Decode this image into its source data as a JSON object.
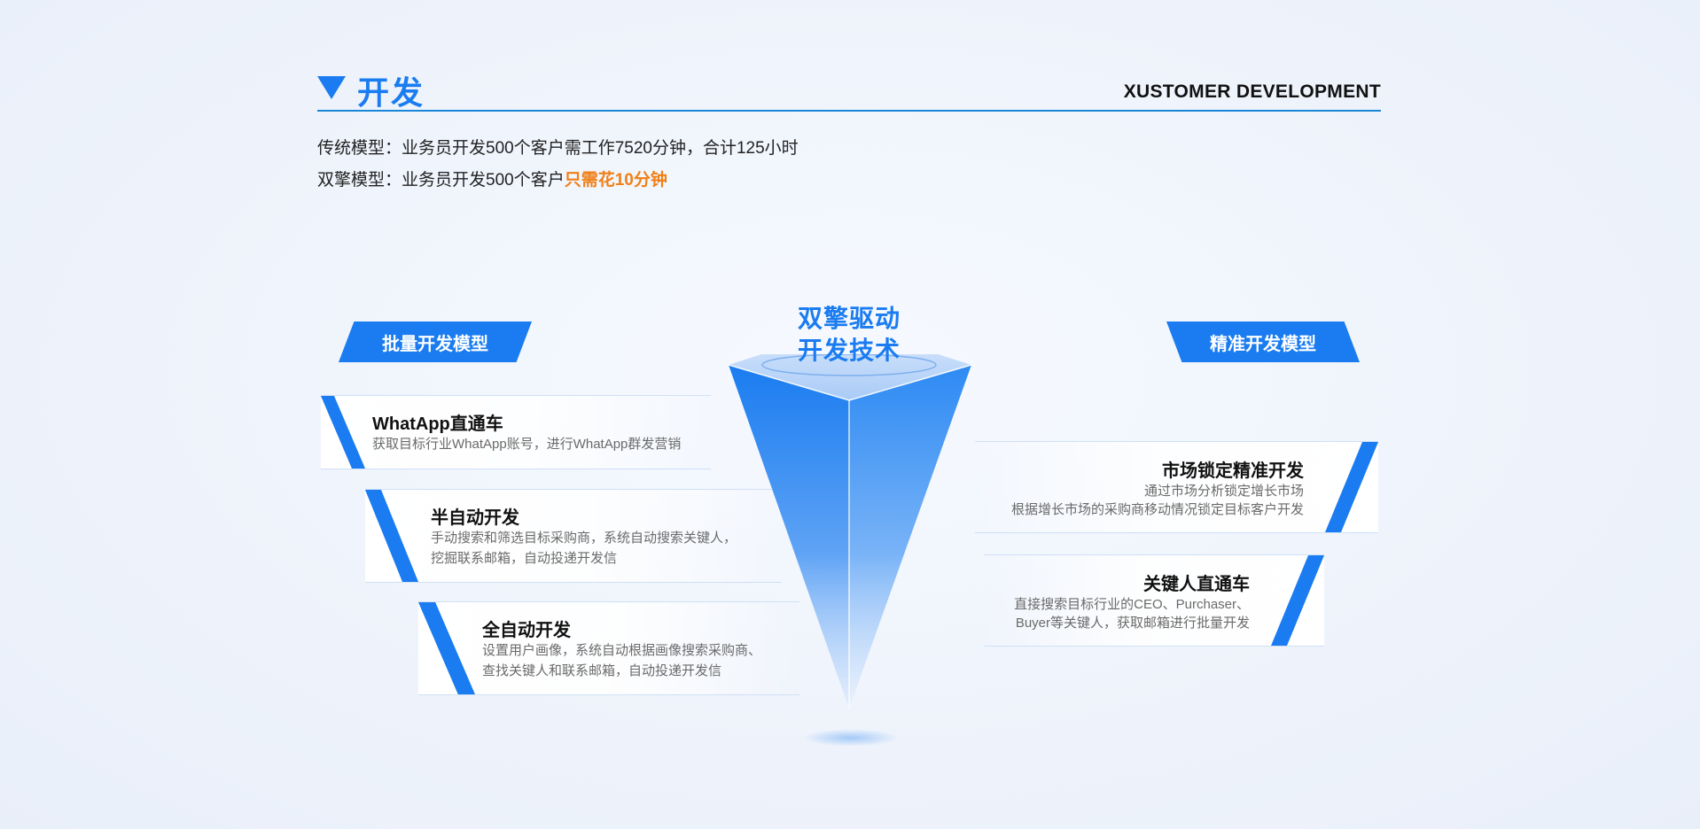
{
  "header": {
    "title": "开发",
    "subtitle_en": "XUSTOMER DEVELOPMENT"
  },
  "description": {
    "line1": "传统模型：业务员开发500个客户需工作7520分钟，合计125小时",
    "line2_prefix": "双擎模型：业务员开发500个客户",
    "line2_highlight": "只需花10分钟"
  },
  "center": {
    "title_line1": "双擎驱动",
    "title_line2": "开发技术"
  },
  "left_model": {
    "tag": "批量开发模型",
    "items": [
      {
        "title": "WhatApp直通车",
        "desc": [
          "获取目标行业WhatApp账号，进行WhatApp群发营销"
        ]
      },
      {
        "title": "半自动开发",
        "desc": [
          "手动搜索和筛选目标采购商，系统自动搜索关键人，",
          "挖掘联系邮箱，自动投递开发信"
        ]
      },
      {
        "title": "全自动开发",
        "desc": [
          "设置用户画像，系统自动根据画像搜索采购商、",
          "查找关键人和联系邮箱，自动投递开发信"
        ]
      }
    ]
  },
  "right_model": {
    "tag": "精准开发模型",
    "items": [
      {
        "title": "市场锁定精准开发",
        "desc": [
          "通过市场分析锁定增长市场",
          "根据增长市场的采购商移动情况锁定目标客户开发"
        ]
      },
      {
        "title": "关键人直通车",
        "desc": [
          "直接搜索目标行业的CEO、Purchaser、",
          "Buyer等关键人，获取邮箱进行批量开发"
        ]
      }
    ]
  },
  "colors": {
    "accent": "#1a7cf0",
    "highlight": "#f07f16"
  }
}
